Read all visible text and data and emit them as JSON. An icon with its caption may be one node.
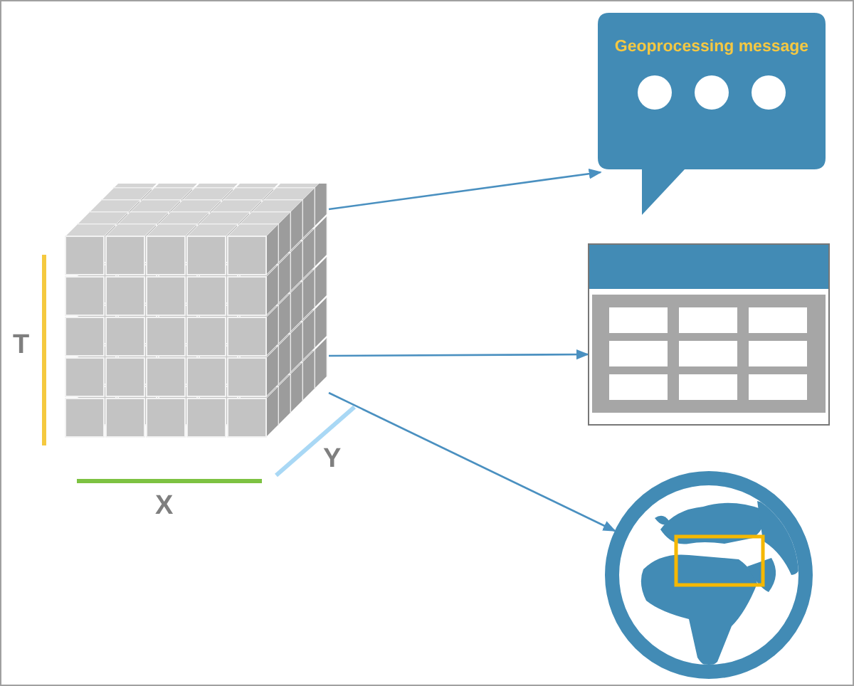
{
  "diagram": {
    "nodes": [
      {
        "text": [],
        "shape": "picture"
      },
      {
        "text": [
          "Geoprocessing message"
        ]
      },
      {
        "text": [],
        "shape": "picture"
      },
      {
        "text": [],
        "shape": "picture"
      }
    ],
    "edges": [
      {
        "from": 0,
        "to": 1,
        "arrow": "to"
      },
      {
        "from": 0,
        "to": 2,
        "arrow": "to"
      },
      {
        "from": 0,
        "to": 3,
        "arrow": "to"
      }
    ],
    "labels": [
      "T",
      "Y",
      "X"
    ]
  }
}
